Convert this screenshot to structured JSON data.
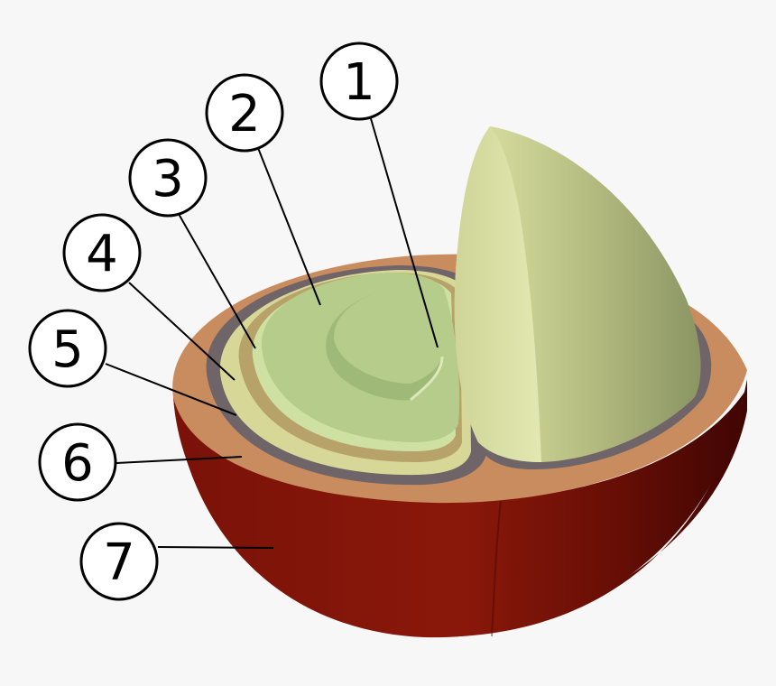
{
  "diagram": {
    "subject": "coffee-cherry-cross-section",
    "labels": [
      {
        "id": "1",
        "text": "1"
      },
      {
        "id": "2",
        "text": "2"
      },
      {
        "id": "3",
        "text": "3"
      },
      {
        "id": "4",
        "text": "4"
      },
      {
        "id": "5",
        "text": "5"
      },
      {
        "id": "6",
        "text": "6"
      },
      {
        "id": "7",
        "text": "7"
      }
    ]
  },
  "colors": {
    "background": "#f7f7f7",
    "skin": "#8a1a0a",
    "pulp": "#c98c5e",
    "mucilage": "#6f6468",
    "parchment": "#d7d898",
    "silverskin": "#b7a269",
    "bean": "#b5cc8b",
    "bean_highlight": "#e4edb2",
    "bean_shadow": "#8f9a66"
  }
}
